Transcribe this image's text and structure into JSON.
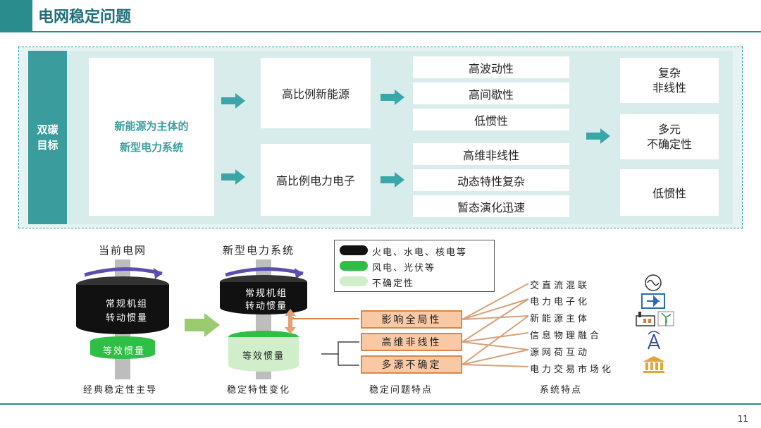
{
  "header": {
    "title": "电网稳定问题"
  },
  "top": {
    "tag": [
      "双碳",
      "目标"
    ],
    "core": [
      "新能源为主体的",
      "新型电力系统"
    ],
    "mid_boxes": [
      "高比例新能源",
      "高比例电力电子"
    ],
    "features": [
      "高波动性",
      "高间歇性",
      "低惯性",
      "高维非线性",
      "动态特性复杂",
      "暂态演化迅速"
    ],
    "results": [
      [
        "复杂",
        "非线性"
      ],
      [
        "多元",
        "不确定性"
      ],
      [
        "低惯性"
      ]
    ]
  },
  "bottom": {
    "left_title": "当前电网",
    "left_top_label": [
      "常规机组",
      "转动惯量"
    ],
    "left_bottom_label": "等效惯量",
    "left_caption": "经典稳定性主导",
    "right_title": "新型电力系统",
    "right_top_label": [
      "常规机组",
      "转动惯量"
    ],
    "right_bottom_label": "等效惯量",
    "right_caption": "稳定特性变化",
    "legend": [
      "火电、水电、核电等",
      "风电、光伏等",
      "不确定性"
    ],
    "problems": [
      "影响全局性",
      "高维非线性",
      "多源不确定"
    ],
    "problems_caption": "稳定问题特点",
    "system_features": [
      "交直流混联",
      "电力电子化",
      "新能源主体",
      "信息物理融合",
      "源网荷互动",
      "电力交易市场化"
    ],
    "system_caption": "系统特点",
    "icons": [
      "ac-dc-icon",
      "power-electronics-icon",
      "factory-wind-icon",
      "signal-tower-icon",
      "market-building-icon"
    ]
  },
  "page_number": "11",
  "colors": {
    "teal": "#2a8c8c",
    "light_teal": "#d9ecec",
    "orange": "#f9c9a6",
    "green": "#35c24a"
  }
}
